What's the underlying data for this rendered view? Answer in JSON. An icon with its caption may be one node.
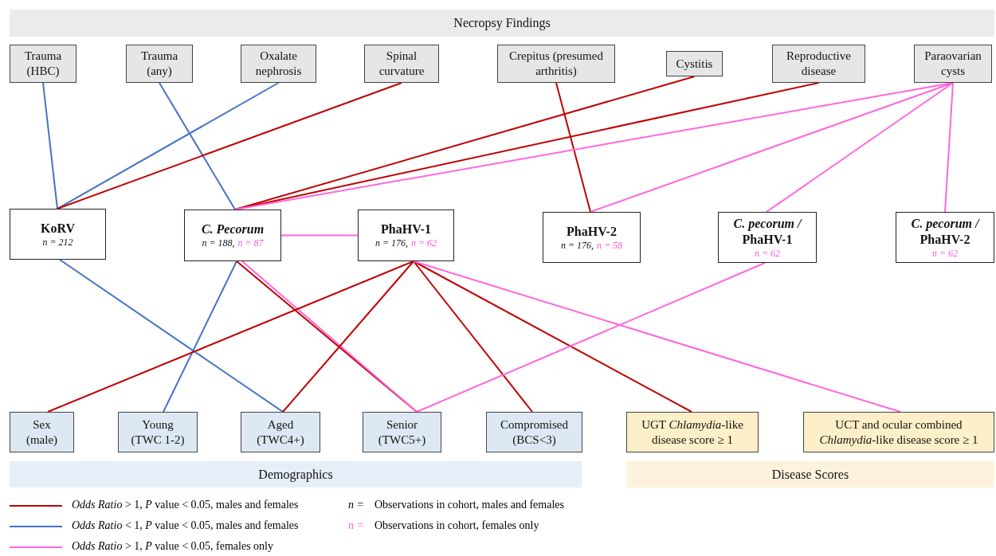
{
  "diagram": {
    "nodes": [
      {
        "text": [
          "Necropsy Findings"
        ]
      },
      {
        "text": [
          "Trauma (HBC)"
        ]
      },
      {
        "text": [
          "Trauma (any)"
        ]
      },
      {
        "text": [
          "Oxalate nephrosis"
        ]
      },
      {
        "text": [
          "Spinal curvature"
        ]
      },
      {
        "text": [
          "Crepitus (presumed arthritis)"
        ]
      },
      {
        "text": [
          "Cystitis"
        ]
      },
      {
        "text": [
          "Reproductive disease"
        ]
      },
      {
        "text": [
          "Paraovarian cysts"
        ]
      },
      {
        "text": [
          "KoRV",
          "n = 212"
        ]
      },
      {
        "text": [
          "C. Pecorum",
          "n = 188,",
          "n = 87"
        ]
      },
      {
        "text": [
          "PhaHV-1",
          "n = 176,",
          "n = 62"
        ]
      },
      {
        "text": [
          "PhaHV-2",
          "n = 176,",
          "n = 58"
        ]
      },
      {
        "text": [
          "*C. pecorum /* PhaHV-1",
          "n = 62"
        ]
      },
      {
        "text": [
          "*C. pecorum /* PhaHV-2",
          "n = 62"
        ]
      },
      {
        "text": [
          "Sex (male)"
        ]
      },
      {
        "text": [
          "Young (TWC 1-2)"
        ]
      },
      {
        "text": [
          "Aged (TWC4+)"
        ]
      },
      {
        "text": [
          "Senior (TWC5+)"
        ]
      },
      {
        "text": [
          "Compromised (BCS<3)"
        ]
      },
      {
        "text": [
          "UGT *Chlamydia*-like disease score ≥ 1"
        ]
      },
      {
        "text": [
          "UCT and ocular combined *Chlamydia*-like disease score ≥ 1"
        ]
      },
      {
        "text": [
          "Demographics"
        ]
      },
      {
        "text": [
          "Disease Scores"
        ]
      }
    ],
    "edges": [
      {
        "from": 1,
        "to": 9,
        "arrow": "none",
        "color": "#4472c4"
      },
      {
        "from": 2,
        "to": 10,
        "arrow": "none",
        "color": "#4472c4"
      },
      {
        "from": 3,
        "to": 9,
        "arrow": "none",
        "color": "#4472c4"
      },
      {
        "from": 4,
        "to": 9,
        "arrow": "none"
      },
      {
        "from": 5,
        "to": 12,
        "arrow": "none"
      },
      {
        "from": 6,
        "to": 10,
        "arrow": "none"
      },
      {
        "from": 7,
        "to": 10,
        "arrow": "none"
      },
      {
        "from": 8,
        "to": 10,
        "arrow": "none",
        "color": "#ff66dd"
      },
      {
        "from": 8,
        "to": 12,
        "arrow": "none",
        "color": "#ff66dd"
      },
      {
        "from": 8,
        "to": 13,
        "arrow": "none",
        "color": "#ff66dd"
      },
      {
        "from": 8,
        "to": 14,
        "arrow": "none",
        "color": "#ff66dd"
      },
      {
        "from": 10,
        "to": 11,
        "arrow": "none",
        "color": "#ff66dd"
      },
      {
        "from": 9,
        "to": 17,
        "arrow": "none",
        "color": "#4472c4"
      },
      {
        "from": 10,
        "to": 16,
        "arrow": "none",
        "color": "#4472c4"
      },
      {
        "from": 10,
        "to": 18,
        "arrow": "none"
      },
      {
        "from": 10,
        "to": 18,
        "arrow": "none",
        "color": "#ff66dd"
      },
      {
        "from": 11,
        "to": 15,
        "arrow": "none"
      },
      {
        "from": 11,
        "to": 17,
        "arrow": "none"
      },
      {
        "from": 11,
        "to": 19,
        "arrow": "none"
      },
      {
        "from": 11,
        "to": 20,
        "arrow": "none"
      },
      {
        "from": 11,
        "to": 21,
        "arrow": "none",
        "color": "#ff66dd"
      },
      {
        "from": 13,
        "to": 18,
        "arrow": "none",
        "color": "#ff66dd"
      }
    ],
    "labels": [
      "n =",
      "Observations in cohort, males and females",
      "n =",
      "Observations in cohort, females only"
    ],
    "legend": [
      {
        "text": "*Odds Ratio* > 1, *P* value < 0.05, males and females",
        "color": "#c00000"
      },
      {
        "text": "*Odds Ratio* < 1, *P* value < 0.05, males and females",
        "color": "#4472c4"
      },
      {
        "text": "*Odds Ratio* > 1, *P* value < 0.05, females only",
        "color": "#ff66dd"
      }
    ]
  }
}
